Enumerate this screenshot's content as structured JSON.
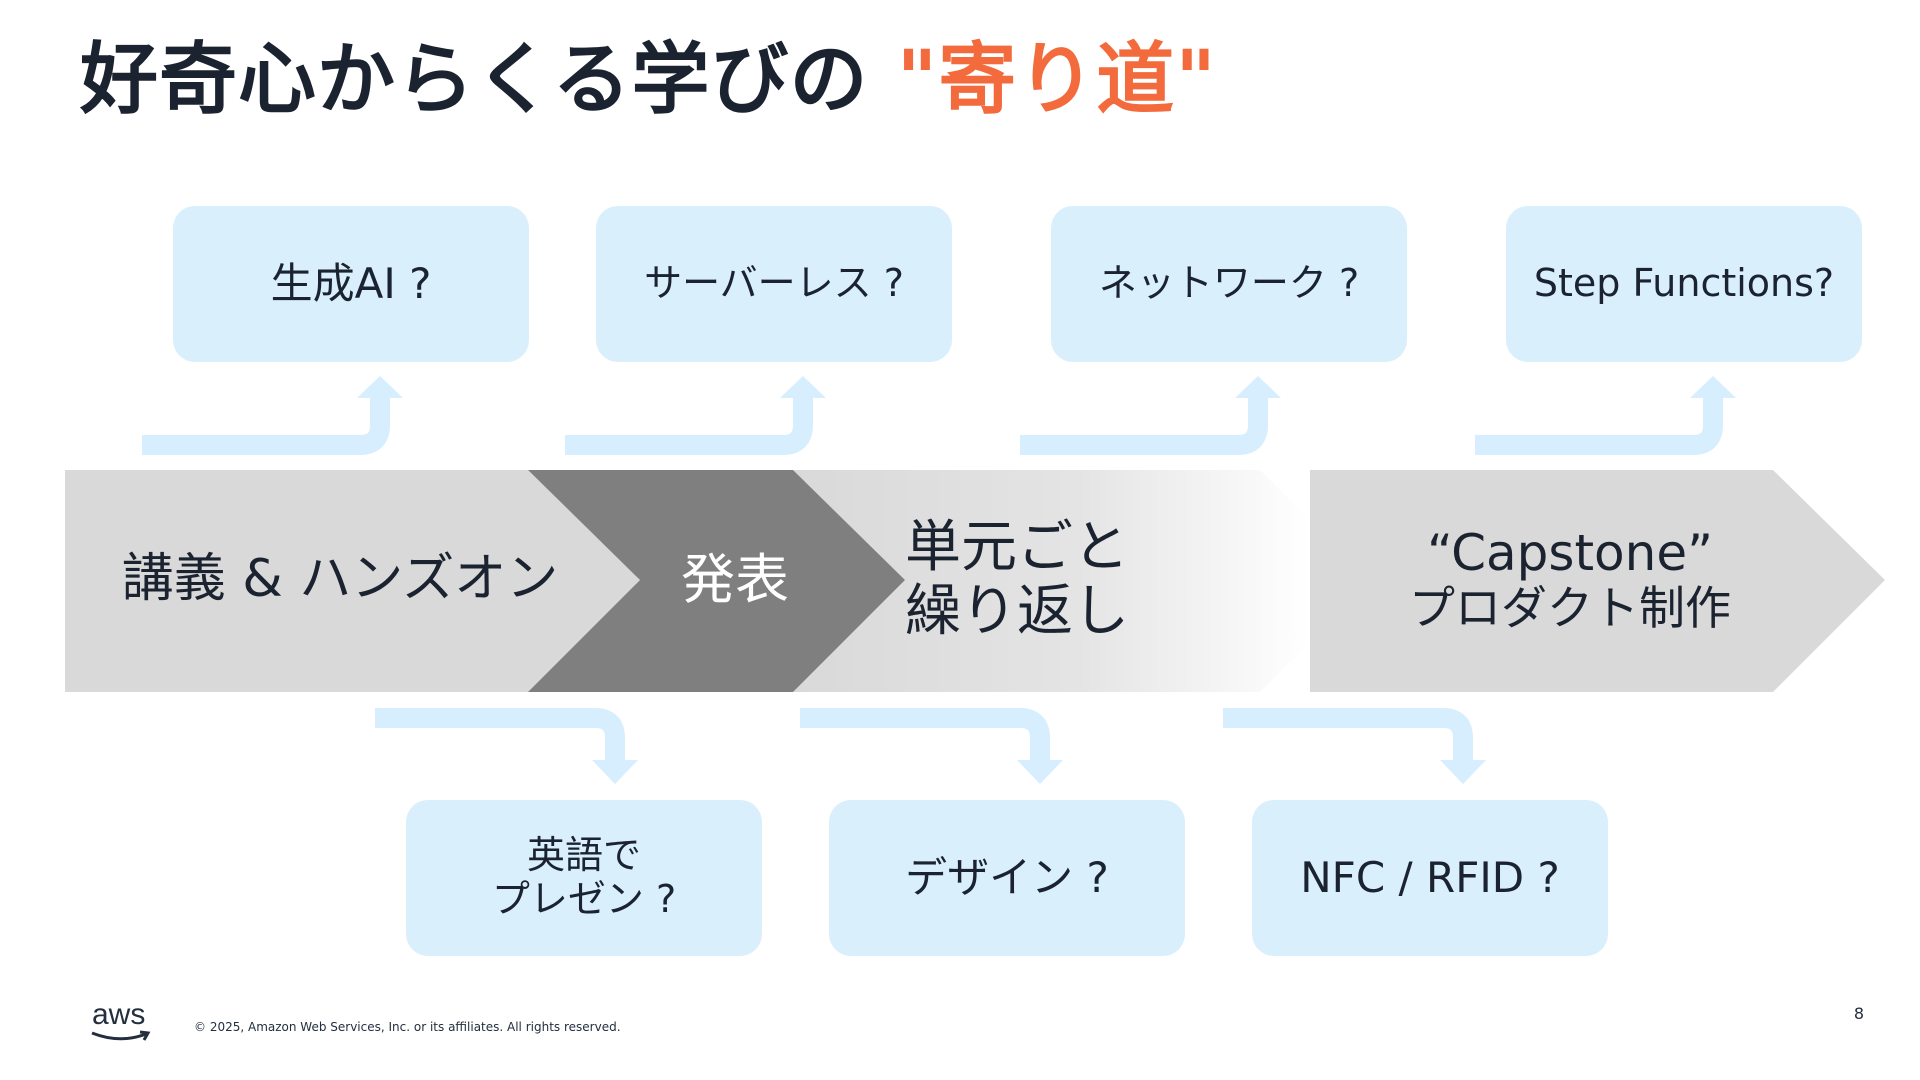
{
  "slide": {
    "title_main": "好奇心からくる学びの ",
    "title_accent": "\"寄り道\"",
    "page_number": "8",
    "footer_logo": "aws",
    "copyright": "© 2025, Amazon Web Services, Inc. or its affiliates. All rights reserved."
  },
  "stages": [
    {
      "lines": [
        "講義 & ハンズオン"
      ]
    },
    {
      "lines": [
        "発表"
      ]
    },
    {
      "lines": [
        "単元ごと",
        "繰り返し"
      ]
    },
    {
      "lines": [
        "“Capstone”",
        "プロダクト制作"
      ]
    }
  ],
  "top_topics": [
    {
      "label": "生成AI ?"
    },
    {
      "label": "サーバーレス ?"
    },
    {
      "label": "ネットワーク ?"
    },
    {
      "label": "Step Functions?"
    }
  ],
  "bottom_topics": [
    {
      "lines": [
        "英語で",
        "プレゼン ?"
      ]
    },
    {
      "lines": [
        "デザイン ?"
      ]
    },
    {
      "lines": [
        "NFC / RFID ?"
      ]
    }
  ],
  "colors": {
    "stage_light": "#d9d9d9",
    "stage_dark": "#7f7f7f",
    "topic_bg": "#d9effc",
    "arrow": "#d6eefd",
    "accent": "#f36b3c"
  }
}
